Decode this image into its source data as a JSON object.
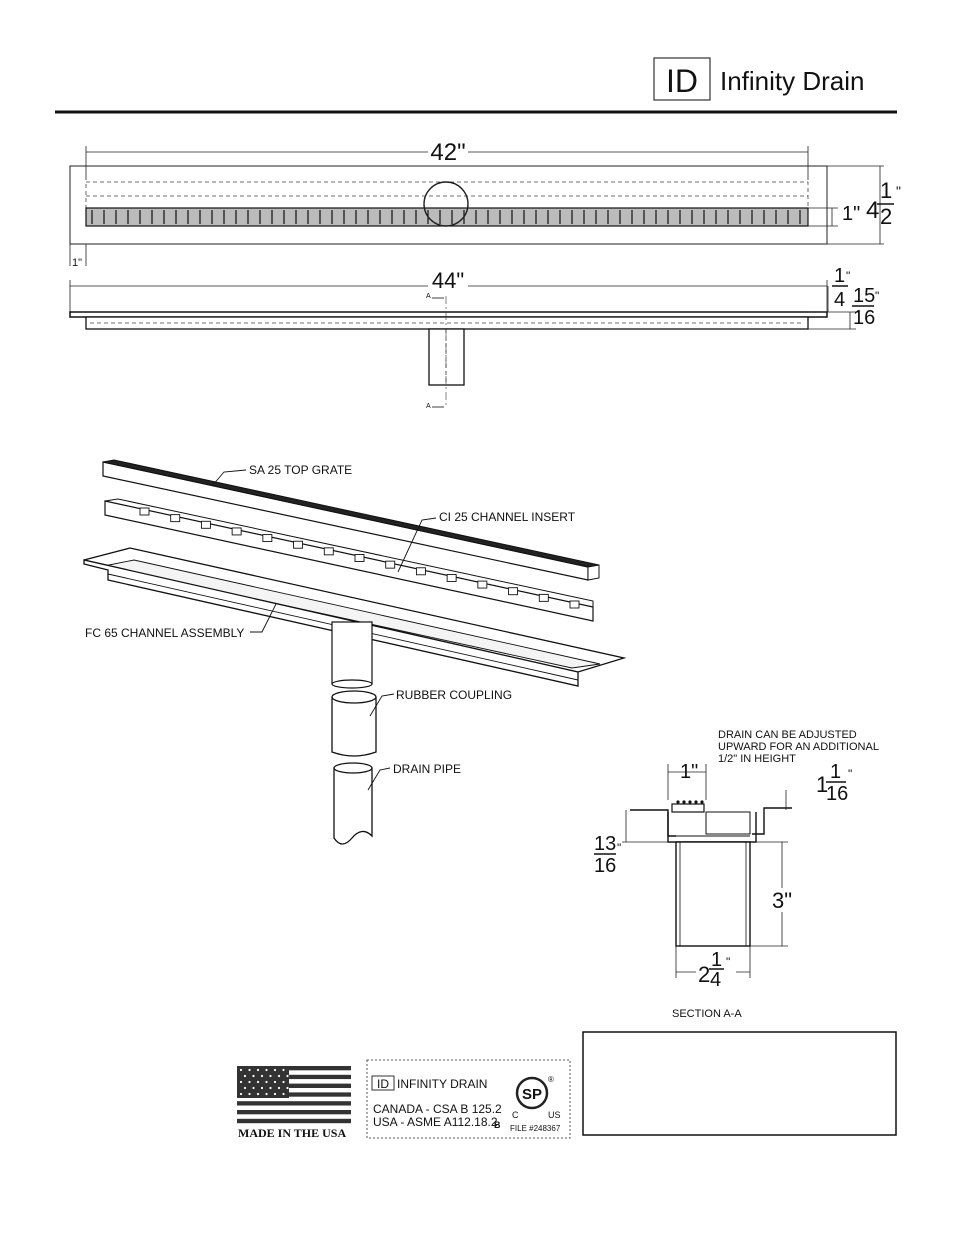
{
  "header": {
    "logo_mark": "ID",
    "brand_name": "Infinity Drain"
  },
  "top_view": {
    "length_dim": "42\"",
    "height_whole": "4",
    "height_num": "1",
    "height_den": "2",
    "height_inch": "\"",
    "grate_dim": "1\"",
    "offset_dim": "1\""
  },
  "side_view": {
    "length_dim": "44\"",
    "section_marker_top": "A",
    "section_marker_bottom": "A",
    "flange_num": "1",
    "flange_den": "4",
    "flange_inch": "\"",
    "depth_num": "15",
    "depth_den": "16",
    "depth_inch": "\""
  },
  "exploded_view": {
    "labels": {
      "top_grate": "SA 25 TOP GRATE",
      "channel_insert": "CI 25 CHANNEL INSERT",
      "channel_assembly": "FC 65 CHANNEL ASSEMBLY",
      "rubber_coupling": "RUBBER COUPLING",
      "drain_pipe": "DRAIN PIPE"
    }
  },
  "section_view": {
    "note_line1": "DRAIN CAN BE ADJUSTED",
    "note_line2": "UPWARD FOR AN ADDITIONAL",
    "note_line3": "1/2\" IN HEIGHT",
    "width_dim": "1\"",
    "top_whole": "1",
    "top_num": "1",
    "top_den": "16",
    "top_inch": "\"",
    "left_num": "13",
    "left_den": "16",
    "left_inch": "\"",
    "outlet_height": "3\"",
    "outlet_whole": "2",
    "outlet_num": "1",
    "outlet_den": "4",
    "outlet_inch": "\"",
    "caption": "SECTION A-A"
  },
  "footer": {
    "made_in_usa": "MADE IN THE USA",
    "cert_brand_mark": "ID",
    "cert_brand": "INFINITY DRAIN",
    "cert_canada": "CANADA - CSA B 125.2",
    "cert_usa": "USA - ASME A112.18.2",
    "cert_b": "B",
    "csa_logo": "SP",
    "csa_c": "C",
    "csa_us": "US",
    "csa_registered": "®",
    "csa_file": "FILE #248367"
  }
}
